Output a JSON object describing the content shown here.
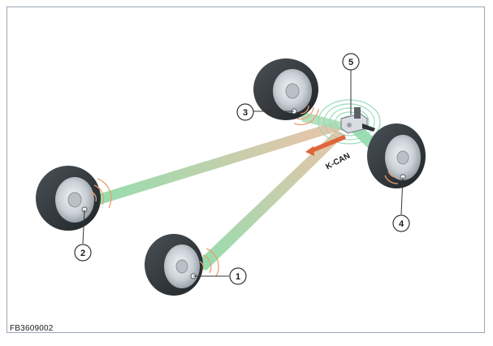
{
  "diagram": {
    "document_id": "FB3609002",
    "bus_label": "K-CAN",
    "callouts": [
      "1",
      "2",
      "3",
      "4",
      "5"
    ],
    "colors": {
      "signal_beam": "#7ed9a0",
      "sensor_waves": "#e8a070",
      "receiver_waves": "#8fd9b5",
      "can_arrow": "#e0643a",
      "tire": "#333a3f",
      "rim": "#d6dbe0",
      "frame": "#9aa7b4"
    },
    "icons": [
      "wheel-icon",
      "tpms-sensor-icon",
      "receiver-antenna-icon"
    ]
  }
}
